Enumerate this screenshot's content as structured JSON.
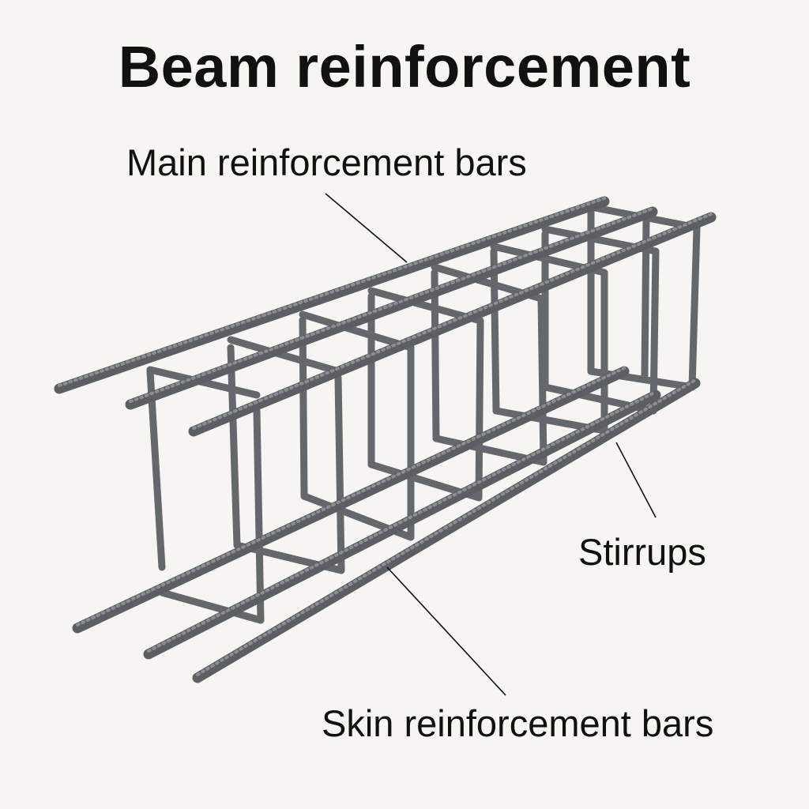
{
  "title": "Beam reinforcement",
  "labels": {
    "main_bars": "Main reinforcement bars",
    "stirrups": "Stirrups",
    "skin_bars": "Skin reinforcement bars"
  },
  "colors": {
    "background": "#f6f5f2",
    "steel": "#5b5f63",
    "text": "#111111"
  }
}
